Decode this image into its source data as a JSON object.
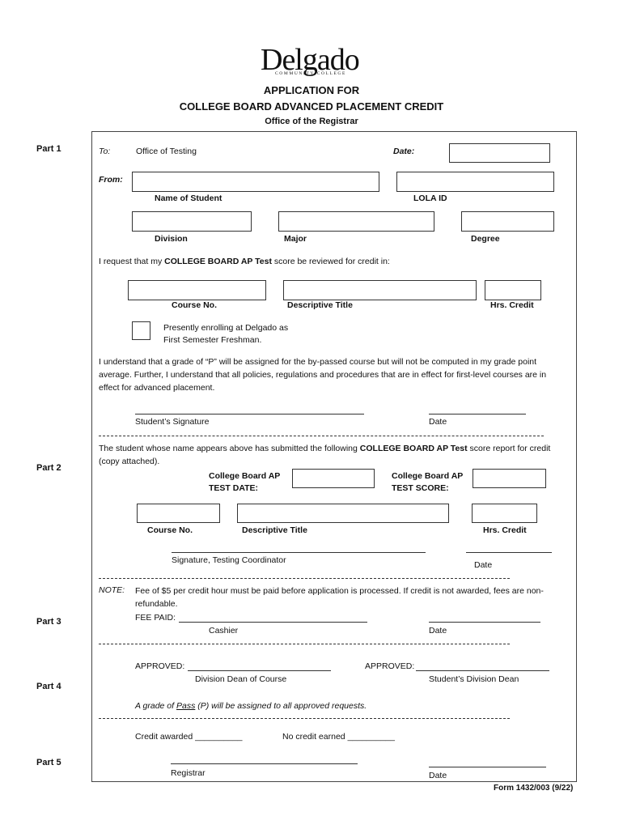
{
  "logo": {
    "word": "Delgado",
    "sub": "COMMUNITY COLLEGE"
  },
  "header": {
    "line1": "APPLICATION FOR",
    "line2": "COLLEGE BOARD ADVANCED PLACEMENT CREDIT",
    "line3": "Office of the Registrar"
  },
  "parts": {
    "p1": "Part 1",
    "p2": "Part 2",
    "p3": "Part 3",
    "p4": "Part 4",
    "p5": "Part 5"
  },
  "part1": {
    "to_label": "To:",
    "to_value": "Office of Testing",
    "date_label": "Date:",
    "date_value": "",
    "from_label": "From:",
    "name_label": "Name of Student",
    "name_value": "",
    "lola_label": "LOLA ID",
    "lola_value": "",
    "division_label": "Division",
    "division_value": "",
    "major_label": "Major",
    "major_value": "",
    "degree_label": "Degree",
    "degree_value": "",
    "request_pre": "I request that my ",
    "request_bold": "COLLEGE BOARD AP Test",
    "request_post": " score be reviewed for credit in:",
    "course_label": "Course No.",
    "course_value": "",
    "title_label": "Descriptive Title",
    "title_value": "",
    "hrs_label": "Hrs. Credit",
    "hrs_value": "",
    "enroll_line1": "Presently enrolling at Delgado as",
    "enroll_line2": "First Semester Freshman.",
    "understand": "I understand that a grade of “P” will be assigned for the by-passed course but will not be computed in my grade point average.  Further, I understand that all policies, regulations and procedures that are in effect for first-level courses are in effect for advanced placement.",
    "sig_label": "Student’s Signature",
    "sig_date_label": "Date"
  },
  "part2": {
    "intro_pre": "The student whose name appears above has submitted the following ",
    "intro_bold": "COLLEGE BOARD AP Test",
    "intro_post": " score report for credit (copy attached).",
    "test_date_l1": "College Board AP",
    "test_date_l2": "TEST DATE:",
    "test_date_value": "",
    "test_score_l1": "College Board AP",
    "test_score_l2": "TEST SCORE:",
    "test_score_value": "",
    "course_label": "Course No.",
    "course_value": "",
    "title_label": "Descriptive Title",
    "title_value": "",
    "hrs_label": "Hrs. Credit",
    "hrs_value": "",
    "sig_label": "Signature, Testing Coordinator",
    "date_label": "Date"
  },
  "part3": {
    "note_label": "NOTE:",
    "note_text": "Fee of $5 per credit hour must be paid before application is processed.  If credit is not awarded, fees are non-refundable.",
    "fee_label": "FEE PAID:",
    "cashier_label": "Cashier",
    "date_label": "Date"
  },
  "part4": {
    "approved1": "APPROVED:",
    "dean_course": "Division Dean of Course",
    "approved2": "APPROVED:",
    "dean_student": "Student’s Division Dean",
    "grade_pre": "A grade of ",
    "grade_pass": "Pass",
    "grade_post": " (P) will be assigned to all approved requests."
  },
  "part5": {
    "awarded_label": "Credit awarded",
    "blank": "__________",
    "no_credit_label": "No credit earned",
    "registrar_label": "Registrar",
    "date_label": "Date"
  },
  "footer": {
    "form_no": "Form 1432/003 (9/22)"
  }
}
